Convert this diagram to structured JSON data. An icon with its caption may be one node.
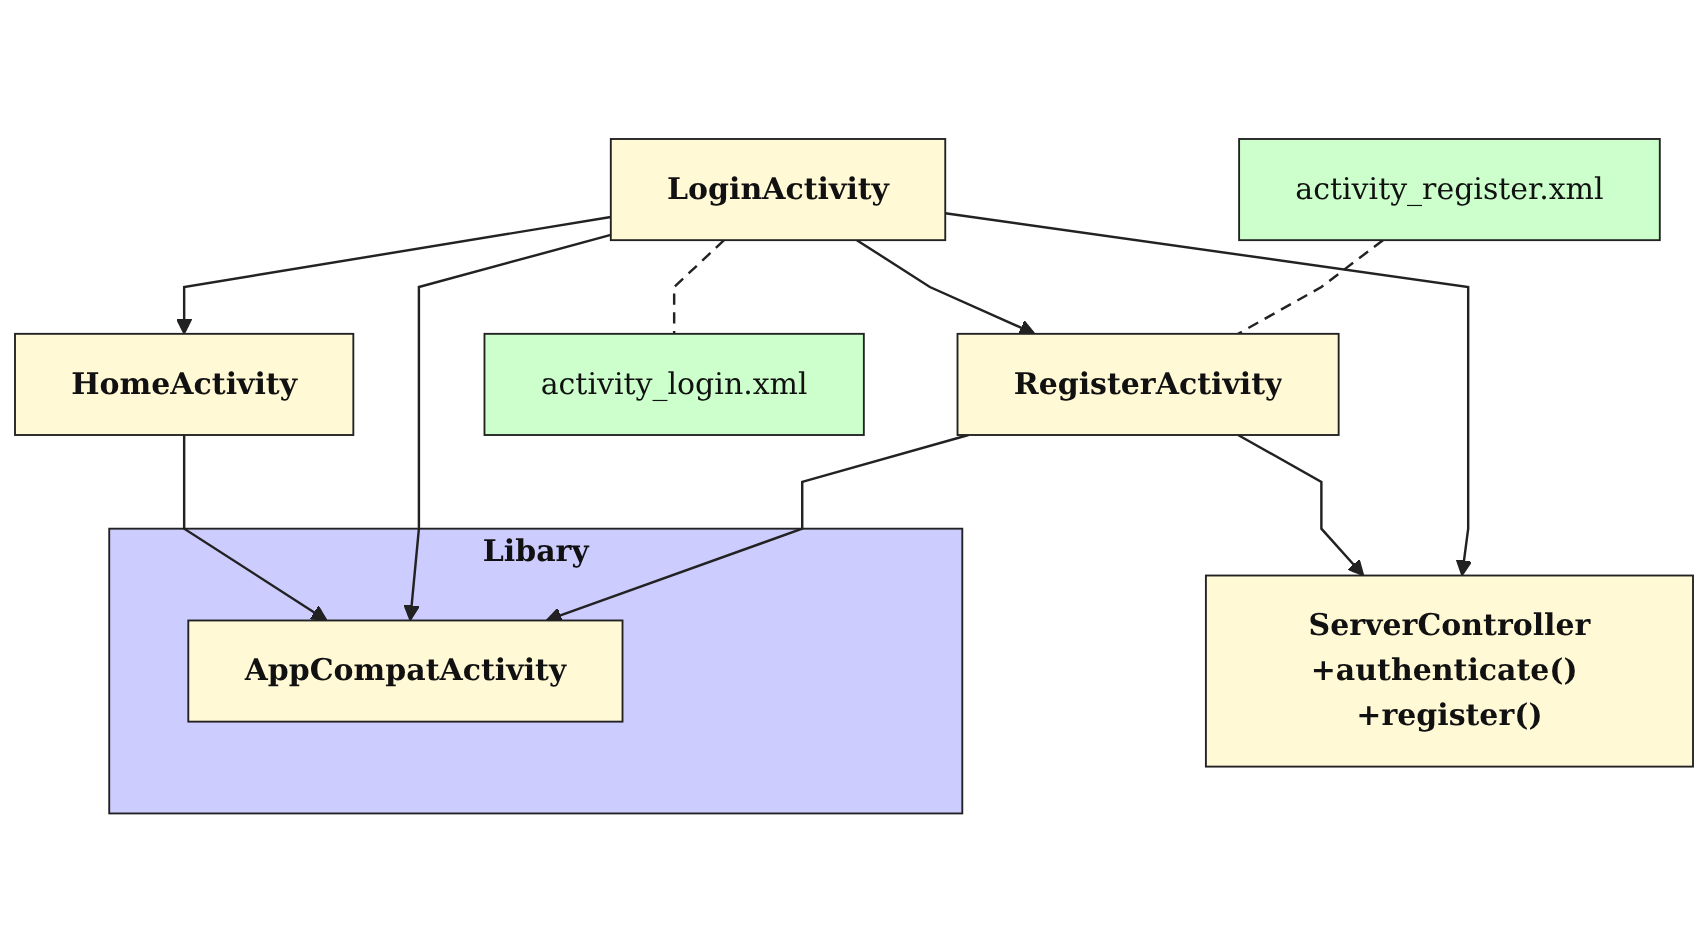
{
  "diagram": {
    "nodes": [
      {
        "text": [
          "Libary"
        ]
      },
      {
        "text": [
          "AppCompatActivity"
        ],
        "in": 0
      },
      {
        "text": [
          "activity_register.xml"
        ]
      },
      {
        "text": [
          "RegisterActivity"
        ]
      },
      {
        "text": [
          "LoginActivity"
        ]
      },
      {
        "text": [
          "HomeActivity"
        ]
      },
      {
        "text": [
          "ServerController",
          "+authenticate() +register()"
        ]
      },
      {
        "text": [
          "activity_login.xml"
        ]
      }
    ],
    "edges": [
      {
        "from": 3,
        "to": 1,
        "arrow": "to"
      },
      {
        "from": 4,
        "to": 1,
        "arrow": "to"
      },
      {
        "from": 5,
        "to": 1,
        "arrow": "to"
      },
      {
        "from": 2,
        "to": 3,
        "arrow": "none",
        "style": "dashed"
      },
      {
        "from": 4,
        "to": 3,
        "arrow": "to"
      },
      {
        "from": 4,
        "to": 5,
        "arrow": "to"
      },
      {
        "from": 4,
        "to": 6,
        "arrow": "to"
      },
      {
        "from": 3,
        "to": 6,
        "arrow": "to"
      },
      {
        "from": 4,
        "to": 7,
        "arrow": "none",
        "style": "dashed"
      }
    ]
  }
}
